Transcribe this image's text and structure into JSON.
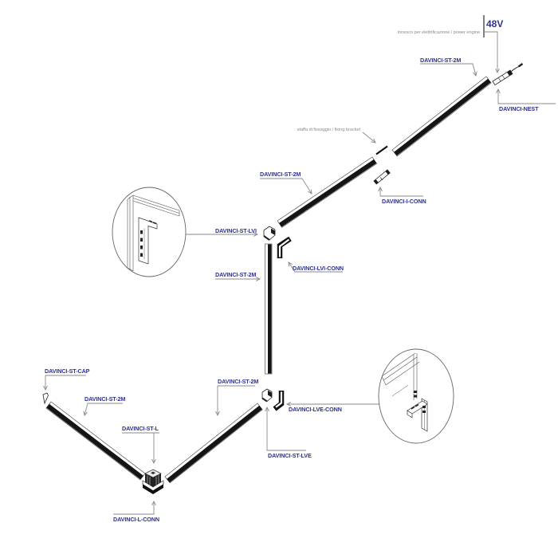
{
  "power": {
    "voltage": "48V",
    "note": "innesco per elettrificazione / power engine"
  },
  "bracket": {
    "note": "staffa di fissaggio / fixing bracket"
  },
  "components": {
    "st2m_top": "DAVINCI-ST-2M",
    "nest": "DAVINCI-NEST",
    "st2m_mid": "DAVINCI-ST-2M",
    "i_conn": "DAVINCI-I-CONN",
    "st_lvi": "DAVINCI-ST-LVI",
    "lvi_conn": "DAVINCI-LVI-CONN",
    "st2m_vert": "DAVINCI-ST-2M",
    "st_cap": "DAVINCI-ST-CAP",
    "st2m_left": "DAVINCI-ST-2M",
    "st_l": "DAVINCI-ST-L",
    "l_conn": "DAVINCI-L-CONN",
    "st2m_bottom": "DAVINCI-ST-2M",
    "lve_conn": "DAVINCI-LVE-CONN",
    "st_lve": "DAVINCI-ST-LVE"
  },
  "colors": {
    "label": "#2e3192",
    "annotation": "#8f8f8f",
    "leader": "#8a8a8a",
    "track_dark": "#151515",
    "background": "#ffffff"
  }
}
